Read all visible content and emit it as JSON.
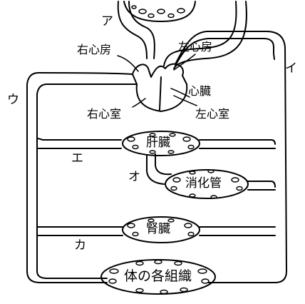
{
  "diagram": {
    "letters": {
      "a": "ア",
      "i": "イ",
      "u": "ウ",
      "e": "エ",
      "o": "オ",
      "ka": "カ"
    },
    "parts": {
      "right_atrium": "右心房",
      "left_atrium": "左心房",
      "heart": "心臓",
      "right_ventricle": "右心室",
      "left_ventricle": "左心室"
    },
    "organs": {
      "liver": "肝臓",
      "digestive": "消化管",
      "kidney": "腎臓",
      "tissues": "体の各組織"
    },
    "colors": {
      "line": "#000000",
      "background": "#ffffff"
    }
  }
}
